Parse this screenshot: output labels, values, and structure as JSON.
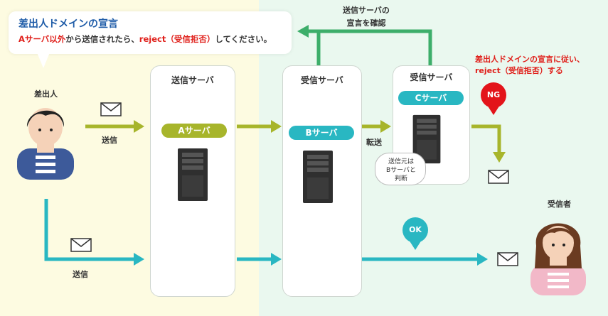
{
  "callout": {
    "title": "差出人ドメインの宣言",
    "body_red": "Aサーバ以外",
    "body_mid": "から送信されたら、",
    "body_red2": "reject（受信拒否）",
    "body_end": "してください。"
  },
  "sender": {
    "label": "差出人"
  },
  "receiver": {
    "label": "受信者"
  },
  "send_label_top": "送信",
  "send_label_bottom": "送信",
  "forward_label": "転送",
  "verify_label_line1": "送信サーバの",
  "verify_label_line2": "宣言を確認",
  "servers": {
    "send": {
      "title": "送信サーバ",
      "pill": "Aサーバ"
    },
    "recv_b": {
      "title": "受信サーバ",
      "pill": "Bサーバ"
    },
    "recv_c": {
      "title": "受信サーバ",
      "pill": "Cサーバ"
    }
  },
  "cloud": {
    "line1": "送信元は",
    "line2": "Bサーバと",
    "line3": "判断"
  },
  "ng_note": {
    "line1": "差出人ドメインの宣言に従い、",
    "line2": "reject（受信拒否）する"
  },
  "pins": {
    "ng": "NG",
    "ok": "OK"
  },
  "colors": {
    "olive": "#a7b52b",
    "teal": "#29b7c2",
    "green": "#3dae6a",
    "red": "#e3141a",
    "blue_title": "#1f5ca8"
  }
}
